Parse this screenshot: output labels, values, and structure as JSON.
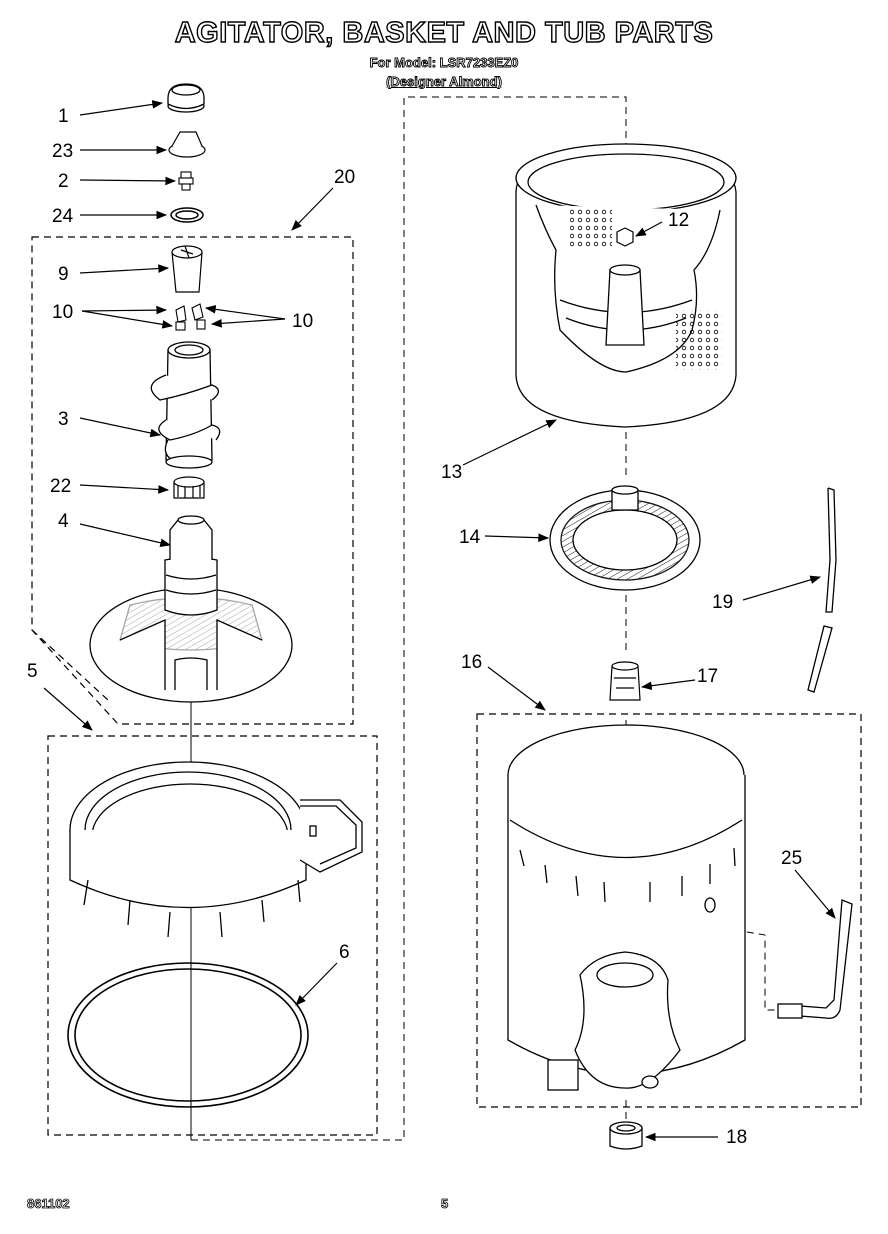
{
  "header": {
    "title": "AGITATOR, BASKET AND TUB PARTS",
    "model_line": "For Model: LSR7233EZ0",
    "color_line": "(Designer Almond)"
  },
  "footer": {
    "doc_code": "861102",
    "page_number": "5"
  },
  "callouts": {
    "c1": "1",
    "c23": "23",
    "c2": "2",
    "c24": "24",
    "c20": "20",
    "c9": "9",
    "c10a": "10",
    "c10b": "10",
    "c3": "3",
    "c22": "22",
    "c4": "4",
    "c5": "5",
    "c6": "6",
    "c12": "12",
    "c13": "13",
    "c14": "14",
    "c19": "19",
    "c16": "16",
    "c17": "17",
    "c25": "25",
    "c18": "18"
  }
}
